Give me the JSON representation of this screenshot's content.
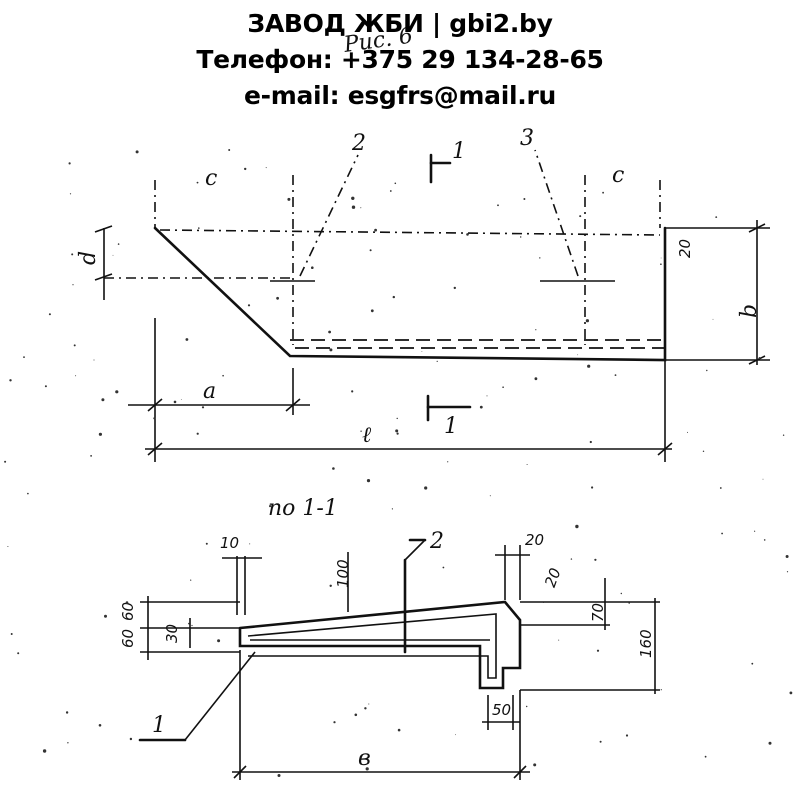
{
  "header": {
    "line1": "ЗАВОД ЖБИ | gbi2.by",
    "line2": "Телефон: +375 29 134-28-65",
    "line3": "e-mail: esgfrs@mail.ru"
  },
  "plan": {
    "fig_label": "Рис. 6",
    "label_a": "a",
    "label_l": "ℓ",
    "label_b": "b",
    "label_c_left": "c",
    "label_c_right": "c",
    "label_d": "d",
    "label_20": "20",
    "callout_1": "1",
    "callout_2": "2",
    "callout_3": "3",
    "section_mark": "1"
  },
  "section": {
    "title": "по 1-1",
    "dim_10": "10",
    "dim_100": "100",
    "dim_20_top": "20",
    "dim_20_side": "20",
    "dim_70": "70",
    "dim_160": "160",
    "dim_60_top": "60",
    "dim_60_bottom": "60",
    "dim_30": "30",
    "dim_50": "50",
    "label_b": "в",
    "callout_1": "1",
    "callout_2": "2"
  }
}
